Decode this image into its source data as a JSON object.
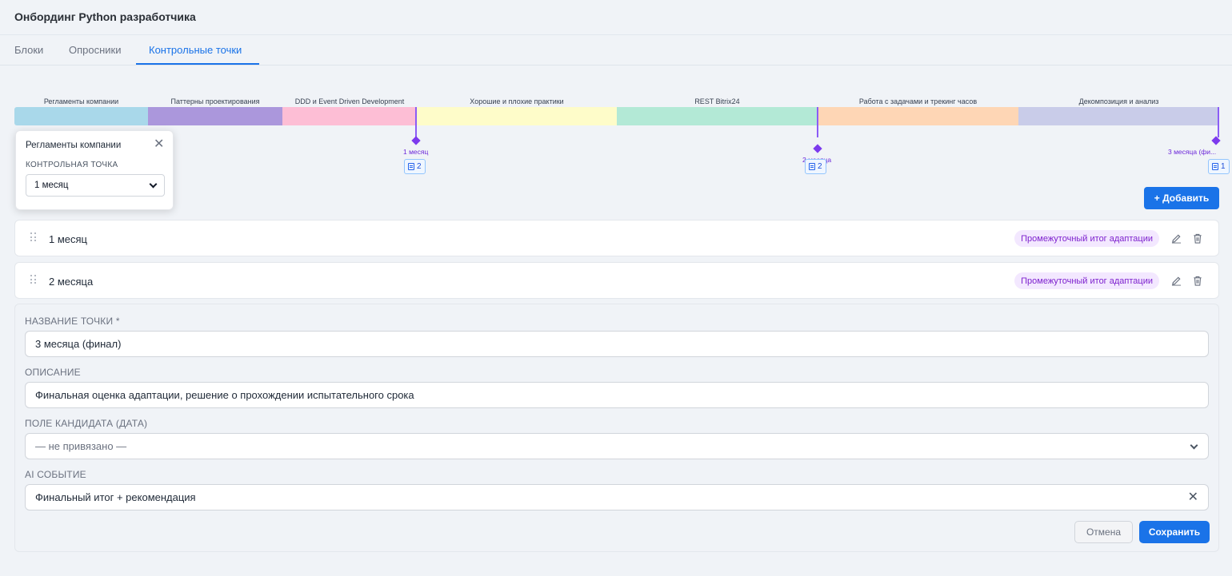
{
  "header": {
    "title": "Онбординг Python разработчика"
  },
  "tabs": [
    {
      "label": "Блоки"
    },
    {
      "label": "Опросники"
    },
    {
      "label": "Контрольные точки"
    }
  ],
  "timeline": {
    "blocks": [
      {
        "label": "Регламенты компании",
        "color": "#a9d8ea"
      },
      {
        "label": "Паттерны проектирования",
        "color": "#ab97dc"
      },
      {
        "label": "DDD и Event Driven Development",
        "color": "#fdbed5"
      },
      {
        "label": "Хорошие и плохие практики",
        "color": "#fefcc9"
      },
      {
        "label": "REST Bitrix24",
        "color": "#b3e9d6"
      },
      {
        "label": "Работа с задачами и трекинг часов",
        "color": "#fed6b5"
      },
      {
        "label": "Декомпозиция и анализ",
        "color": "#c9cce9"
      }
    ],
    "checkpoints": [
      {
        "label": "1 месяц",
        "count": "2"
      },
      {
        "label": "2 месяца",
        "count": "2"
      },
      {
        "label": "3 месяца (фи...",
        "count": "1"
      }
    ]
  },
  "popover": {
    "title": "Регламенты компании",
    "close": "✕",
    "label": "КОНТРОЛЬНАЯ ТОЧКА",
    "selected": "1 месяц"
  },
  "add_button": "+ Добавить",
  "checkpoint_list": [
    {
      "name": "1 месяц",
      "badge": "Промежуточный итог адаптации"
    },
    {
      "name": "2 месяца",
      "badge": "Промежуточный итог адаптации"
    }
  ],
  "form": {
    "name_label": "НАЗВАНИЕ ТОЧКИ *",
    "name_value": "3 месяца (финал)",
    "desc_label": "ОПИСАНИЕ",
    "desc_value": "Финальная оценка адаптации, решение о прохождении испытательного срока",
    "field_label": "ПОЛЕ КАНДИДАТА (ДАТА)",
    "field_value": "— не привязано —",
    "ai_label": "AI СОБЫТИЕ",
    "ai_value": "Финальный итог + рекомендация",
    "clear": "✕",
    "cancel": "Отмена",
    "save": "Сохранить"
  },
  "colors": {
    "accent": "#1a73e8",
    "checkpoint": "#7c3aed",
    "badge_bg": "#f3e8ff",
    "badge_text": "#7e22ce"
  }
}
